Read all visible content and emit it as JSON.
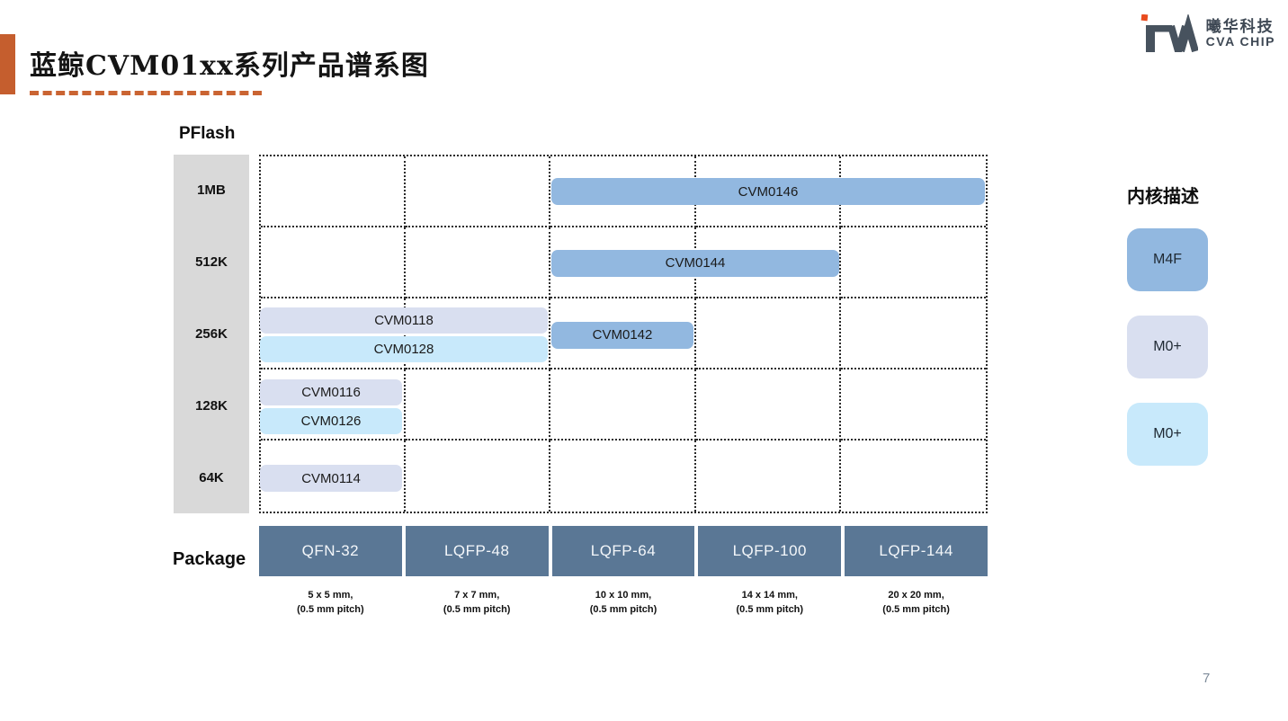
{
  "title": "蓝鲸CVM01xx系列产品谱系图",
  "logo": {
    "company_cn": "曦华科技",
    "company_en": "CVA CHIP"
  },
  "page_number": "7",
  "legend": {
    "title": "内核描述",
    "items": [
      {
        "label": "M4F",
        "color": "#92B8E0"
      },
      {
        "label": "M0+",
        "color": "#D9DFF0"
      },
      {
        "label": "M0+",
        "color": "#C8E9FB"
      }
    ]
  },
  "chart_data": {
    "type": "table",
    "title": "蓝鲸CVM01xx系列产品谱系图",
    "y_axis_label": "PFlash",
    "x_axis_label": "Package",
    "flash_levels": [
      "1MB",
      "512K",
      "256K",
      "128K",
      "64K"
    ],
    "packages": [
      {
        "name": "QFN-32",
        "size": "5 x 5 mm,",
        "pitch": "(0.5 mm pitch)"
      },
      {
        "name": "LQFP-48",
        "size": "7 x 7 mm,",
        "pitch": "(0.5 mm pitch)"
      },
      {
        "name": "LQFP-64",
        "size": "10 x 10 mm,",
        "pitch": "(0.5 mm pitch)"
      },
      {
        "name": "LQFP-100",
        "size": "14 x 14 mm,",
        "pitch": "(0.5 mm pitch)"
      },
      {
        "name": "LQFP-144",
        "size": "20 x 20 mm,",
        "pitch": "(0.5 mm pitch)"
      }
    ],
    "products": [
      {
        "name": "CVM0146",
        "flash": "1MB",
        "packages": [
          "LQFP-64",
          "LQFP-100",
          "LQFP-144"
        ],
        "core": "M4F",
        "legend_index": 0,
        "slot": "mid"
      },
      {
        "name": "CVM0144",
        "flash": "512K",
        "packages": [
          "LQFP-64",
          "LQFP-100"
        ],
        "core": "M4F",
        "legend_index": 0,
        "slot": "mid"
      },
      {
        "name": "CVM0118",
        "flash": "256K",
        "packages": [
          "QFN-32",
          "LQFP-48"
        ],
        "core": "M0+",
        "legend_index": 1,
        "slot": "upper"
      },
      {
        "name": "CVM0128",
        "flash": "256K",
        "packages": [
          "QFN-32",
          "LQFP-48"
        ],
        "core": "M0+",
        "legend_index": 2,
        "slot": "lower"
      },
      {
        "name": "CVM0142",
        "flash": "256K",
        "packages": [
          "LQFP-64"
        ],
        "core": "M4F",
        "legend_index": 0,
        "slot": "mid"
      },
      {
        "name": "CVM0116",
        "flash": "128K",
        "packages": [
          "QFN-32"
        ],
        "core": "M0+",
        "legend_index": 1,
        "slot": "upper"
      },
      {
        "name": "CVM0126",
        "flash": "128K",
        "packages": [
          "QFN-32"
        ],
        "core": "M0+",
        "legend_index": 2,
        "slot": "lower"
      },
      {
        "name": "CVM0114",
        "flash": "64K",
        "packages": [
          "QFN-32"
        ],
        "core": "M0+",
        "legend_index": 1,
        "slot": "mid"
      }
    ]
  },
  "colors": {
    "accent_orange": "#C55E2E",
    "dash_orange": "#CA6432",
    "logo_orange": "#E94B1E",
    "logo_dark": "#47525E",
    "package_slate": "#5A7795",
    "axis_gray": "#D9D9D9",
    "core_m4f": "#92B8E0",
    "core_m0p_lavender": "#D9DFF0",
    "core_m0p_lightblue": "#C8E9FB"
  }
}
